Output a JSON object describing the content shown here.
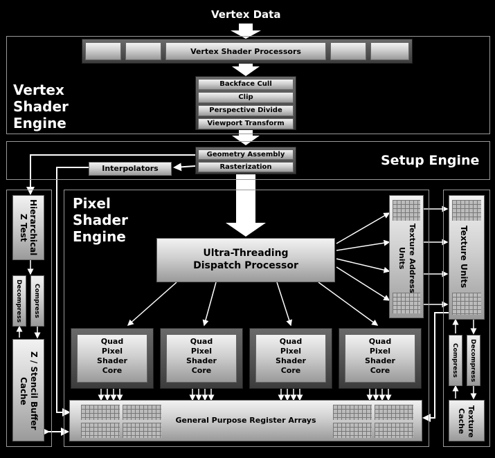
{
  "top_label": "Vertex Data",
  "vertex_engine": {
    "title_lines": [
      "Vertex",
      "Shader",
      "Engine"
    ],
    "processors_label": "Vertex Shader Processors",
    "stages": [
      "Backface Cull",
      "Clip",
      "Perspective Divide",
      "Viewport Transform"
    ]
  },
  "setup_engine": {
    "title": "Setup Engine",
    "stages": [
      "Geometry Assembly",
      "Rasterization"
    ],
    "interpolators": "Interpolators"
  },
  "pixel_engine": {
    "title_lines": [
      "Pixel",
      "Shader",
      "Engine"
    ],
    "dispatch_lines": [
      "Ultra-Threading",
      "Dispatch Processor"
    ],
    "quad_cores": [
      [
        "Quad",
        "Pixel",
        "Shader",
        "Core"
      ],
      [
        "Quad",
        "Pixel",
        "Shader",
        "Core"
      ],
      [
        "Quad",
        "Pixel",
        "Shader",
        "Core"
      ],
      [
        "Quad",
        "Pixel",
        "Shader",
        "Core"
      ]
    ],
    "register_arrays": "General Purpose Register Arrays",
    "texture_address_units": "Texture Address Units"
  },
  "left_column": {
    "hierarchical_z": "Hierarchical Z Test",
    "decompress": "Decompress",
    "compress": "Compress",
    "z_stencil_cache": "Z / Stencil Buffer Cache"
  },
  "right_column": {
    "texture_units": "Texture Units",
    "compress": "Compress",
    "decompress": "Decompress",
    "texture_cache": "Texture Cache"
  }
}
